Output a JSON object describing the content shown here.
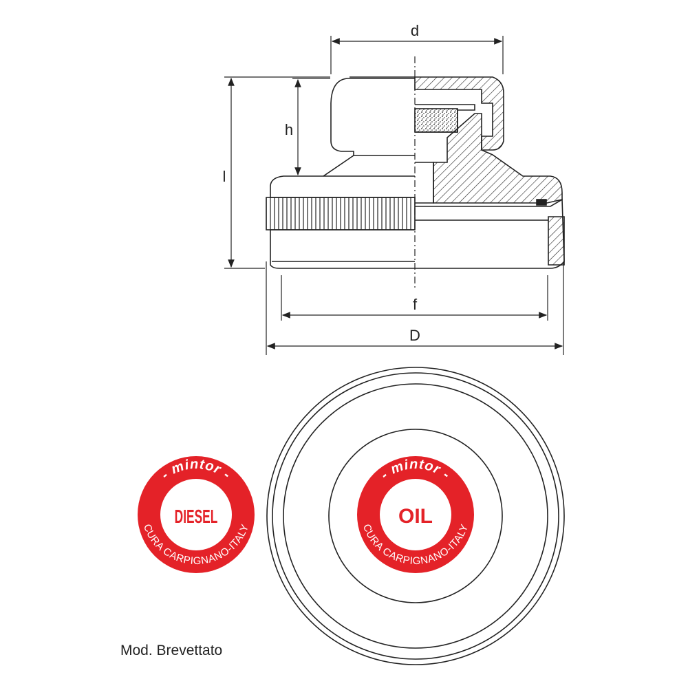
{
  "dimensions": {
    "d": "d",
    "h": "h",
    "l": "l",
    "f": "f",
    "D": "D"
  },
  "badges": [
    {
      "id": "diesel",
      "brand": "- mintor -",
      "center_text": "DIESEL",
      "ring_text": "CURA CARPIGNANO-ITALY",
      "color": "#e42228"
    },
    {
      "id": "oil",
      "brand": "- mintor -",
      "center_text": "OIL",
      "ring_text": "CURA CARPIGNANO-ITALY",
      "color": "#e42228"
    }
  ],
  "caption": "Mod. Brevettato",
  "colors": {
    "line": "#222222",
    "badge": "#e42228"
  }
}
